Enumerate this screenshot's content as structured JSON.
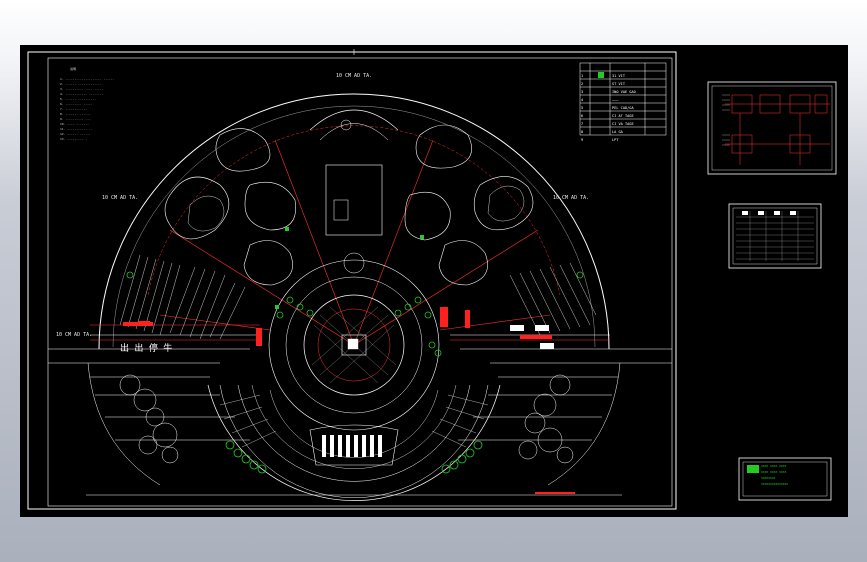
{
  "app": {
    "background_color": "#aab0bc",
    "sheet_color": "#000000",
    "accent": "#ff2020",
    "plant_color": "#22cc22"
  },
  "drawing": {
    "exit_label": "出 出 停 牛",
    "top_street": "10 CM AD TA.",
    "left_street": "10 CM AD TA.",
    "right_street": "10 CM AD TA.",
    "side_street": "10 CM AD TA."
  },
  "legend": {
    "rows": [
      {
        "num": "1",
        "label": "31 VIT"
      },
      {
        "num": "2",
        "label": "ST VIT"
      },
      {
        "num": "3",
        "label": "INO VAE GAO"
      },
      {
        "num": "4",
        "label": "———"
      },
      {
        "num": "5",
        "label": "PEL  CAD/GA"
      },
      {
        "num": "6",
        "label": "CI  AT  TAGE"
      },
      {
        "num": "7",
        "label": "CI  VA  TAGE"
      },
      {
        "num": "8",
        "label": "LA  GA"
      },
      {
        "num": "9",
        "label": "LPT"
      }
    ]
  },
  "notes": {
    "heading": "说明",
    "lines": [
      "1. -------------------- ------",
      "2. ------ -------------",
      "3. ---------- ---- -----",
      "4. ------------ --------",
      "5. ------ ----------",
      "6. --------- -----",
      "7. ------------",
      "8. ------- ------",
      "9. ---------- ---",
      "10. ---- -------",
      "11. ----------- --",
      "12. ------ ------",
      "13. --------- -"
    ]
  },
  "title_block": {
    "line1": "XXXX  XXXX  XXXX",
    "line2": "XXXX  XXXX  XXXX",
    "line3": "XXXXXXXX",
    "line4": "XXXXXXXXXXXXXXX"
  }
}
